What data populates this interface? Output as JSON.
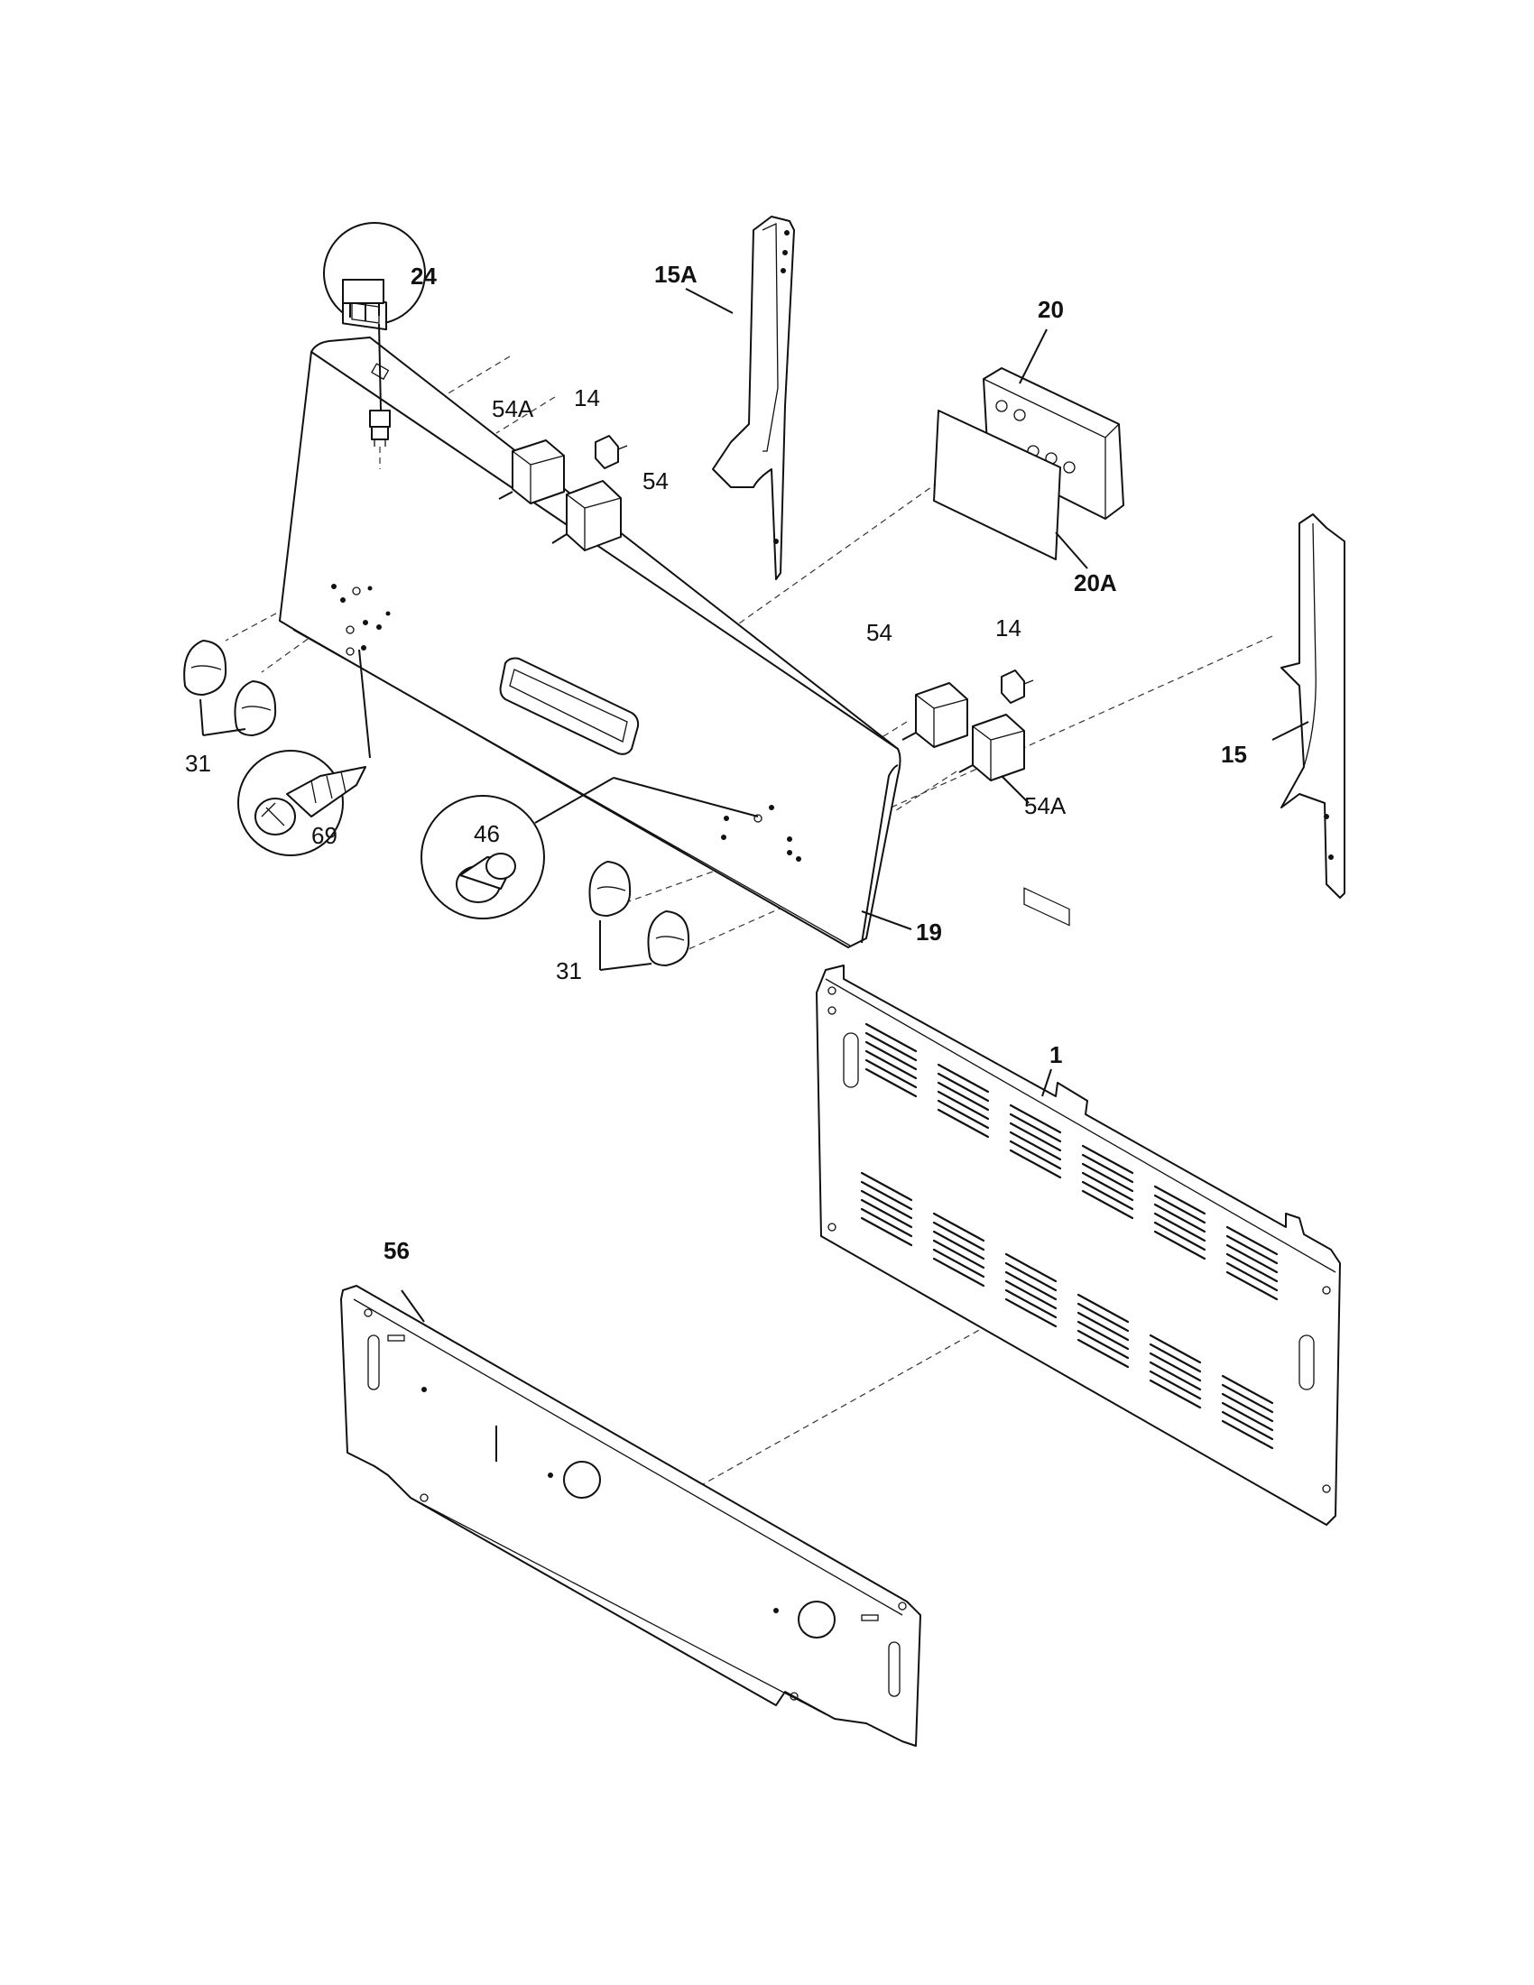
{
  "callouts": {
    "p24": "24",
    "p15A": "15A",
    "p20": "20",
    "p54A_upper": "54A",
    "p14_upper": "14",
    "p54_upper": "54",
    "p20A": "20A",
    "p54_lower": "54",
    "p14_lower": "14",
    "p15": "15",
    "p54A_lower": "54A",
    "p31_left": "31",
    "p69": "69",
    "p46": "46",
    "p19": "19",
    "p31_right": "31",
    "p1": "1",
    "p56": "56"
  }
}
